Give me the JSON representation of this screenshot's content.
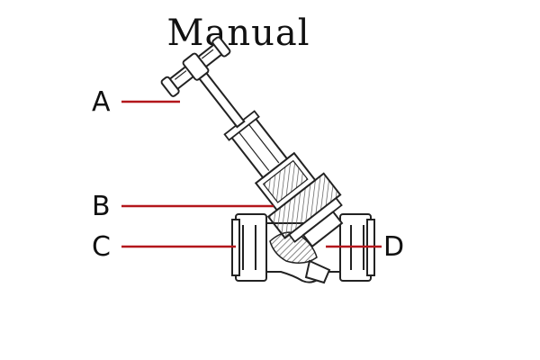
{
  "diagram": {
    "title": "Manual",
    "labels": {
      "a": "A",
      "b": "B",
      "c": "C",
      "d": "D"
    },
    "colors": {
      "leader_line": "#b3161b",
      "outline": "#222222",
      "hatch": "#555555"
    }
  }
}
